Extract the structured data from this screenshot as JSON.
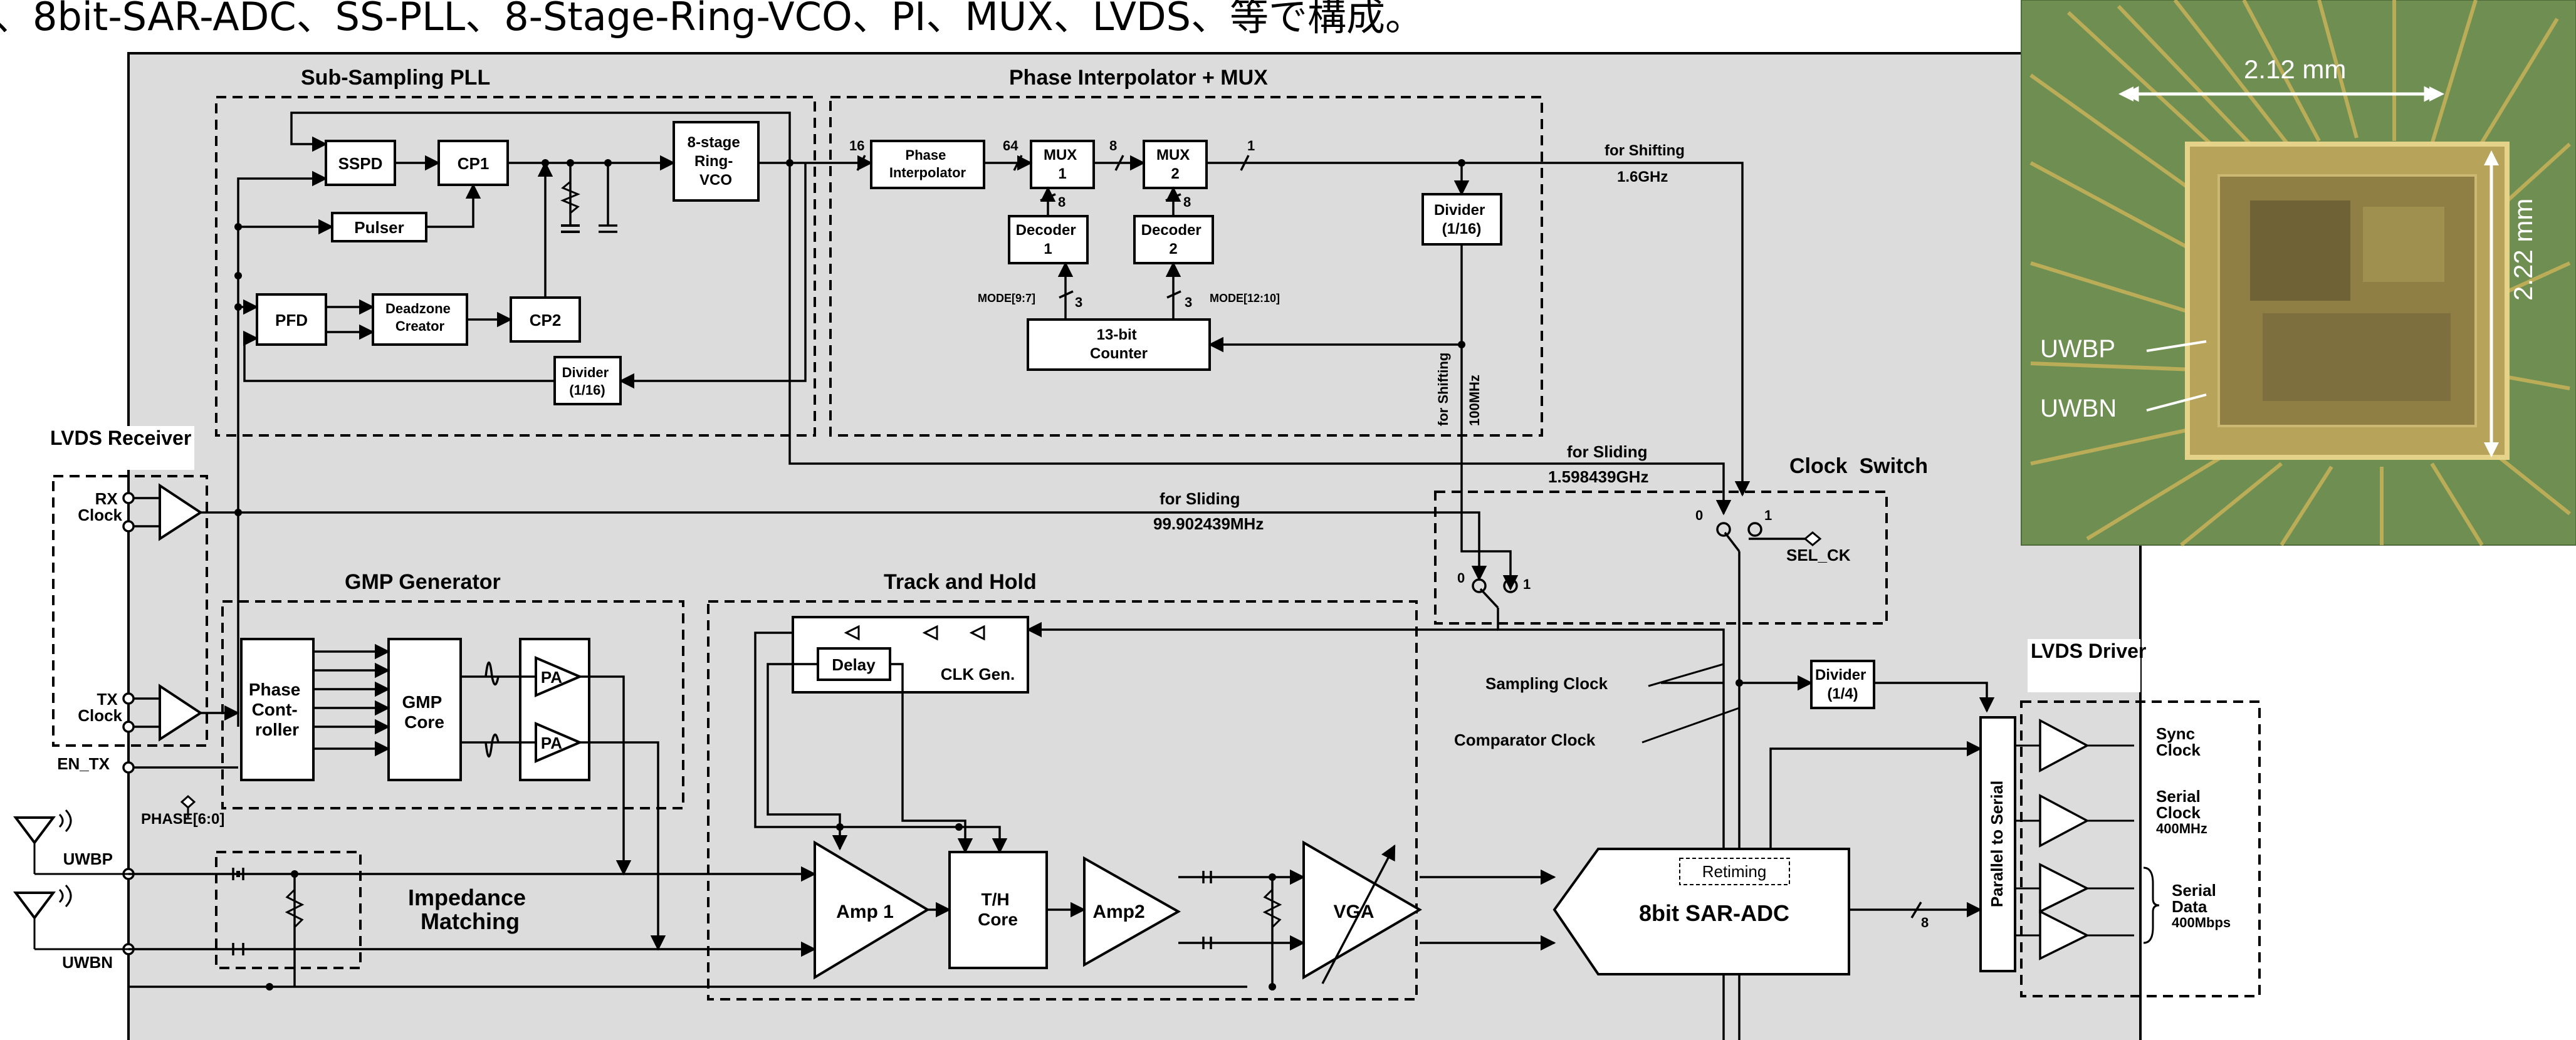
{
  "caption": "、8bit-SAR-ADC、SS-PLL、8-Stage-Ring-VCO、PI、MUX、LVDS、等で構成。",
  "colors": {
    "panel": "#dcdcdc",
    "line": "#000000",
    "photo_bg": "#6f8f52",
    "photo_die": "#b8a35a"
  },
  "blocks": {
    "sspll": "Sub-Sampling PLL",
    "pi_mux": "Phase Interpolator + MUX",
    "lvds_rx": "LVDS Receiver",
    "gmp": "GMP Generator",
    "track_hold": "Track and Hold",
    "clock_switch": "Clock  Switch",
    "lvds_driver": "LVDS Driver"
  },
  "components": {
    "sspd": "SSPD",
    "cp1": "CP1",
    "cp2": "CP2",
    "pulser": "Pulser",
    "pfd": "PFD",
    "deadzone": [
      "Deadzone",
      "Creator"
    ],
    "vco": [
      "8-stage",
      "Ring-",
      "VCO"
    ],
    "divider_pll": [
      "Divider",
      "(1/16)"
    ],
    "phase_interp": [
      "Phase",
      "Interpolator"
    ],
    "mux1": [
      "MUX",
      "1"
    ],
    "mux2": [
      "MUX",
      "2"
    ],
    "decoder1": [
      "Decoder",
      "1"
    ],
    "decoder2": [
      "Decoder",
      "2"
    ],
    "counter": [
      "13-bit",
      "Counter"
    ],
    "divider_pi": [
      "Divider",
      "(1/16)"
    ],
    "phase_ctrl": [
      "Phase",
      "Cont-",
      "roller"
    ],
    "gmp_core": [
      "GMP",
      "Core"
    ],
    "pa": "PA",
    "delay": "Delay",
    "clk_gen": "CLK Gen.",
    "amp1": "Amp 1",
    "th_core": [
      "T/H",
      "Core"
    ],
    "amp2": "Amp2",
    "vga": "VGA",
    "adc": "8bit SAR-ADC",
    "retiming": "Retiming",
    "divider_4": [
      "Divider",
      "(1/4)"
    ],
    "p2s": "Parallel to Serial"
  },
  "signals": {
    "rx_clock": [
      "RX",
      "Clock"
    ],
    "tx_clock": [
      "TX",
      "Clock"
    ],
    "en_tx": "EN_TX",
    "phase": "PHASE[6:0]",
    "uwbp": "UWBP",
    "uwbn": "UWBN",
    "impedance": [
      "Impedance",
      "Matching"
    ],
    "mode_lo": "MODE[9:7]",
    "mode_hi": "MODE[12:10]",
    "bus16": "16",
    "bus64": "64",
    "bus8a": "8",
    "bus8b": "8",
    "bus8c": "8",
    "bus1": "1",
    "bus3a": "3",
    "bus3b": "3",
    "bus8adc": "8",
    "shifting_title": "for Shifting",
    "shifting_freq": "1.6GHz",
    "shifting_vert": "for Shifting",
    "shifting_vert_freq": "100MHz",
    "sliding_title1": "for Sliding",
    "sliding_freq1": "1.598439GHz",
    "sliding_title2": "for Sliding",
    "sliding_freq2": "99.902439MHz",
    "sel_ck": "SEL_CK",
    "sw0": "0",
    "sw1": "1",
    "sw0b": "0",
    "sw1b": "1",
    "sampling": "Sampling Clock",
    "comparator": "Comparator Clock",
    "sync": [
      "Sync",
      "Clock"
    ],
    "serial_clock": [
      "Serial",
      "Clock",
      "400MHz"
    ],
    "serial_data": [
      "Serial",
      "Data",
      "400Mbps"
    ]
  },
  "photo": {
    "width_label": "2.12 mm",
    "height_label": "2.22 mm",
    "uwbp": "UWBP",
    "uwbn": "UWBN"
  }
}
